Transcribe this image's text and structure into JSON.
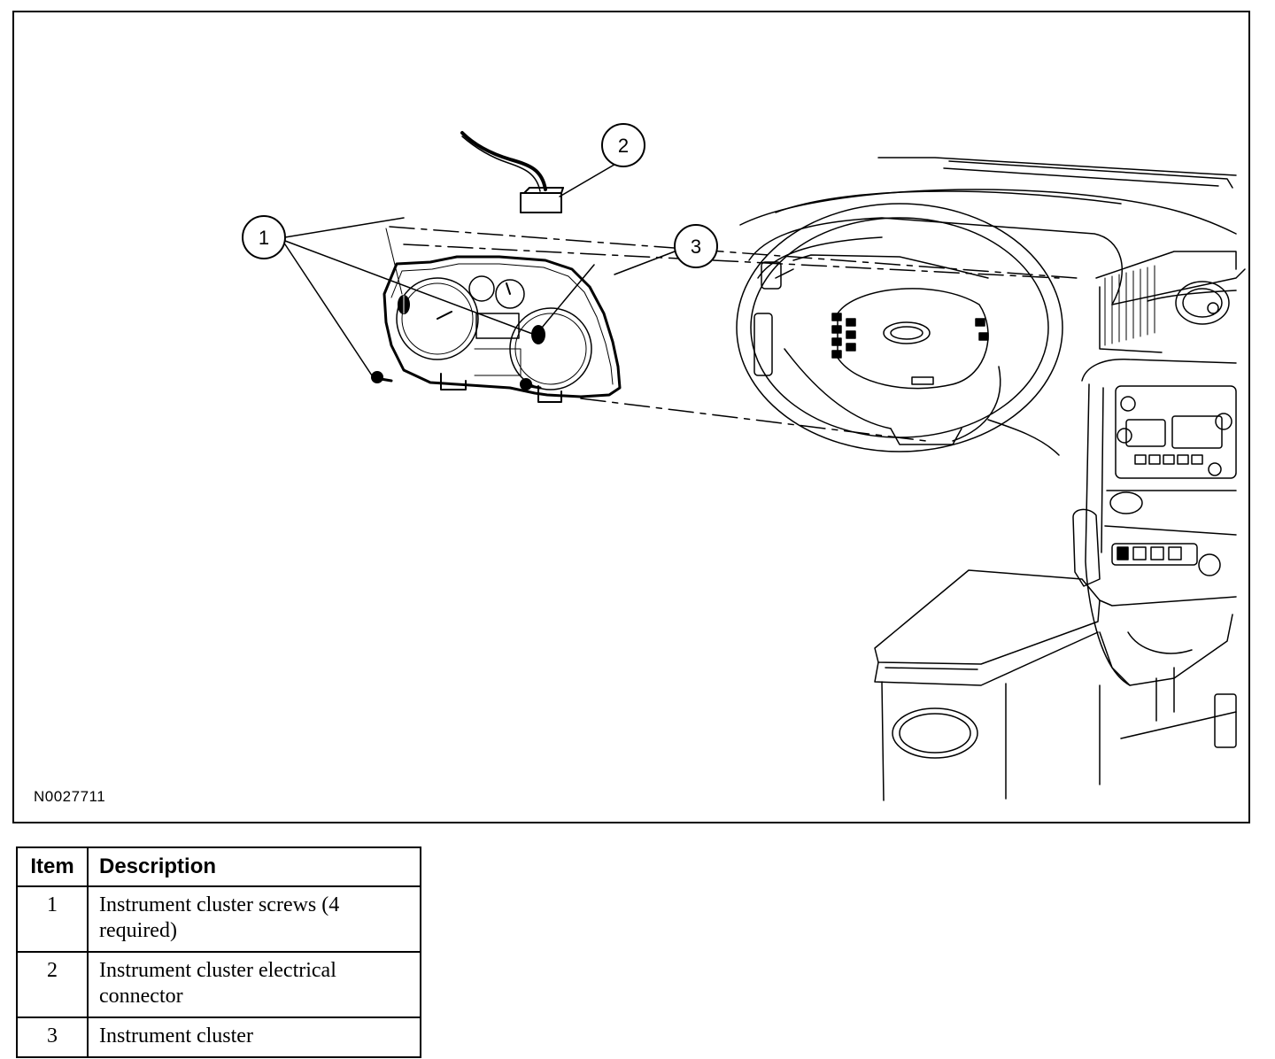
{
  "figure": {
    "id_label": "N0027711",
    "callouts": [
      "1",
      "2",
      "3"
    ]
  },
  "legend": {
    "headers": {
      "item": "Item",
      "description": "Description"
    },
    "rows": [
      {
        "item": "1",
        "description": "Instrument cluster screws (4 required)"
      },
      {
        "item": "2",
        "description": "Instrument cluster electrical connector"
      },
      {
        "item": "3",
        "description": "Instrument cluster"
      }
    ]
  }
}
